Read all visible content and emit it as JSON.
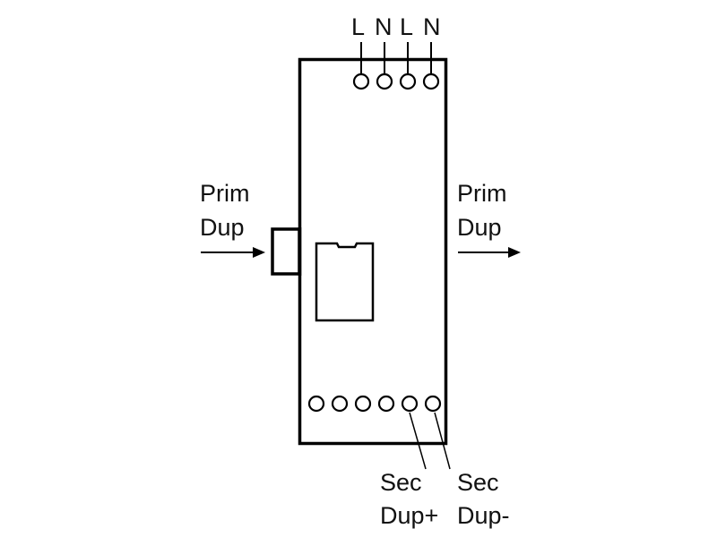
{
  "diagram": {
    "title": "Module wiring diagram",
    "top_terminals": [
      "L",
      "N",
      "L",
      "N"
    ],
    "left_input": {
      "line1": "Prim",
      "line2": "Dup",
      "direction": "in"
    },
    "right_output": {
      "line1": "Prim",
      "line2": "Dup",
      "direction": "out"
    },
    "bottom_terminal_count": 6,
    "bottom_labels": [
      {
        "line1": "Sec",
        "line2": "Dup+",
        "terminal_index": 5
      },
      {
        "line1": "Sec",
        "line2": "Dup-",
        "terminal_index": 6
      }
    ],
    "colors": {
      "stroke": "#000000",
      "background": "#ffffff"
    }
  }
}
